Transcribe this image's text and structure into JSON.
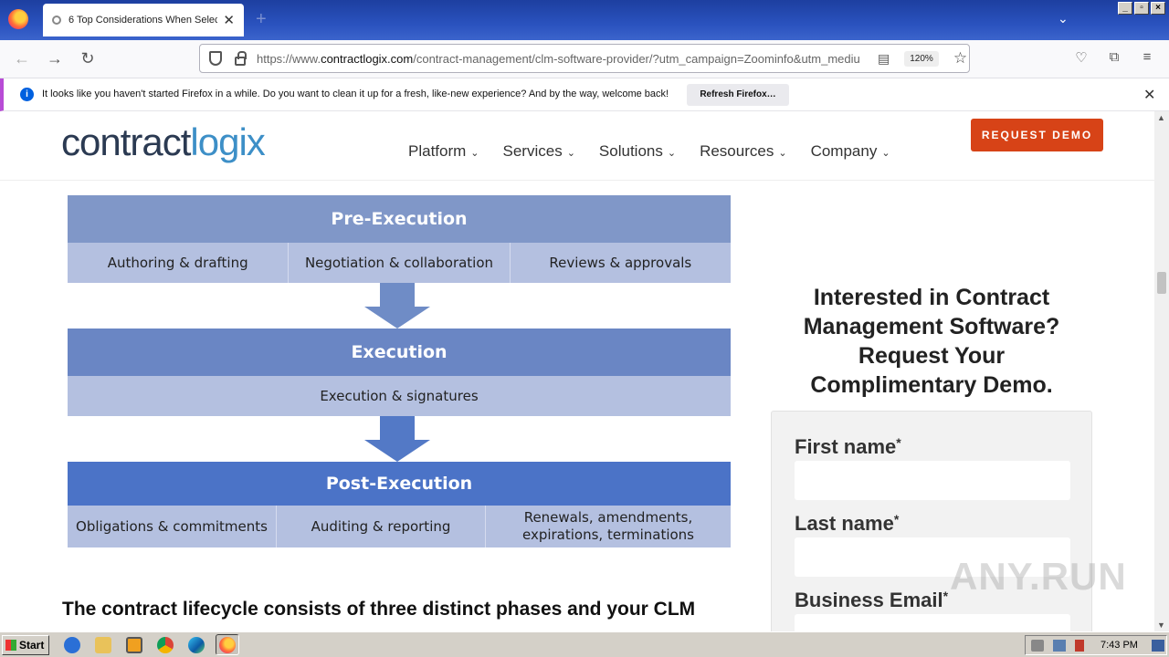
{
  "browser": {
    "tab_title": "6 Top Considerations When Selecti",
    "url_prefix": "https://www.",
    "url_domain": "contractlogix.com",
    "url_rest": "/contract-management/clm-software-provider/?utm_campaign=Zoominfo&utm_mediu",
    "zoom": "120%",
    "notification": {
      "message": "It looks like you haven't started Firefox in a while. Do you want to clean it up for a fresh, like-new experience? And by the way, welcome back!",
      "button": "Refresh Firefox…"
    }
  },
  "site": {
    "logo_a": "contract",
    "logo_b": "logix",
    "menu": [
      "Platform",
      "Services",
      "Solutions",
      "Resources",
      "Company"
    ],
    "demo_button": "REQUEST DEMO"
  },
  "diagram": {
    "phases": [
      {
        "title": "Pre-Execution",
        "items": [
          "Authoring & drafting",
          "Negotiation & collaboration",
          "Reviews & approvals"
        ]
      },
      {
        "title": "Execution",
        "items": [
          "Execution & signatures"
        ]
      },
      {
        "title": "Post-Execution",
        "items": [
          "Obligations & commitments",
          "Auditing & reporting",
          "Renewals, amendments, expirations, terminations"
        ]
      }
    ]
  },
  "article": {
    "lead": "The contract lifecycle consists of three distinct phases and your CLM"
  },
  "form": {
    "cta": "Interested in Contract Management Software? Request Your Complimentary Demo.",
    "fields": [
      {
        "label": "First name",
        "required": "*"
      },
      {
        "label": "Last name",
        "required": "*"
      },
      {
        "label": "Business Email",
        "required": "*"
      }
    ]
  },
  "watermark": "ANY.RUN",
  "taskbar": {
    "start": "Start",
    "clock": "7:43 PM"
  }
}
